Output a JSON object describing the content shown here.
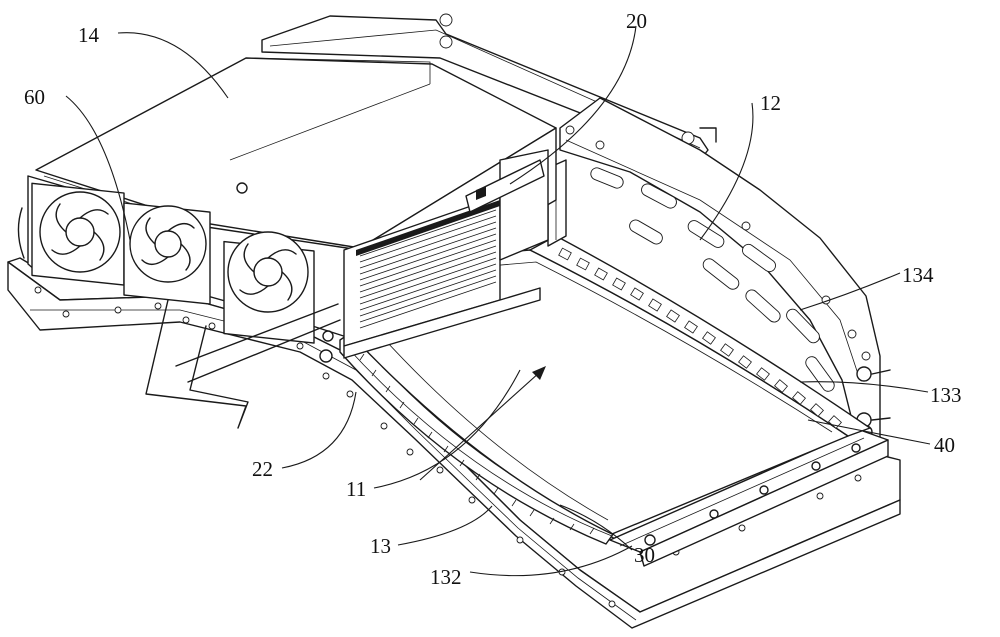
{
  "labels": {
    "l14": "14",
    "l20": "20",
    "l60": "60",
    "l12": "12",
    "l134": "134",
    "l133": "133",
    "l40": "40",
    "l22": "22",
    "l11": "11",
    "l13": "13",
    "l30": "30",
    "l132": "132"
  }
}
